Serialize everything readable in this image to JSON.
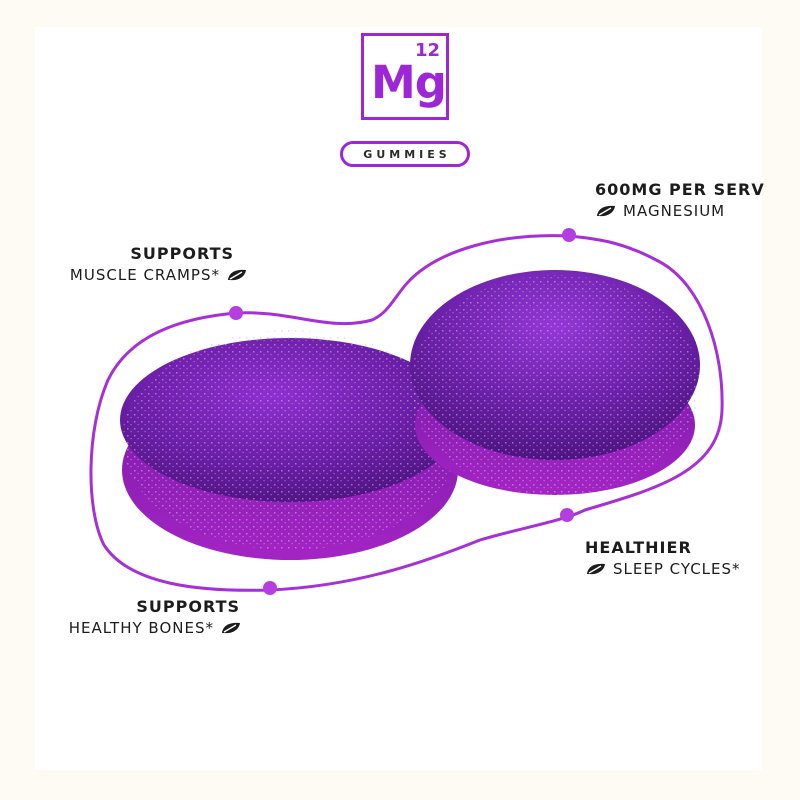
{
  "colors": {
    "accent": "#9d27d6",
    "gummy_dark": "#5a1790",
    "gummy_light": "#9a2fd0",
    "text": "#1c1c1c"
  },
  "element_badge": {
    "atomic_number": "12",
    "symbol": "Mg"
  },
  "product_label": "GUMMIES",
  "claims": [
    {
      "id": "dose",
      "heading": "600MG PER SERV",
      "detail": "MAGNESIUM",
      "icon": "leaf-icon"
    },
    {
      "id": "cramps",
      "heading": "SUPPORTS",
      "detail": "MUSCLE CRAMPS*",
      "icon": "leaf-icon"
    },
    {
      "id": "sleep",
      "heading": "HEALTHIER",
      "detail": "SLEEP CYCLES*",
      "icon": "leaf-icon"
    },
    {
      "id": "bones",
      "heading": "SUPPORTS",
      "detail": "HEALTHY BONES*",
      "icon": "leaf-icon"
    }
  ]
}
